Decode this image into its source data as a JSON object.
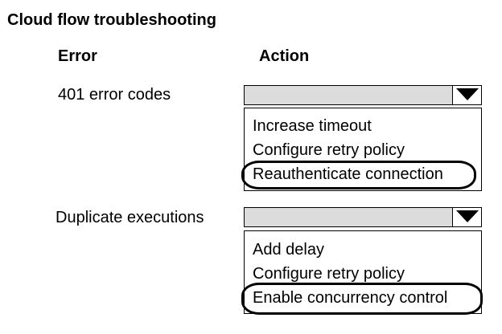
{
  "title": "Cloud flow troubleshooting",
  "headers": {
    "error": "Error",
    "action": "Action"
  },
  "rows": [
    {
      "error": "401 error codes",
      "options": [
        "Increase timeout",
        "Configure retry policy",
        "Reauthenticate connection"
      ],
      "selected": "Reauthenticate connection"
    },
    {
      "error": "Duplicate executions",
      "options": [
        "Add delay",
        "Configure retry policy",
        "Enable concurrency control"
      ],
      "selected": "Enable concurrency control"
    }
  ],
  "icons": {
    "dropdown_arrow": "triangle-down-icon"
  },
  "colors": {
    "dropdown_fill": "#dcdcdc",
    "border": "#000000"
  }
}
